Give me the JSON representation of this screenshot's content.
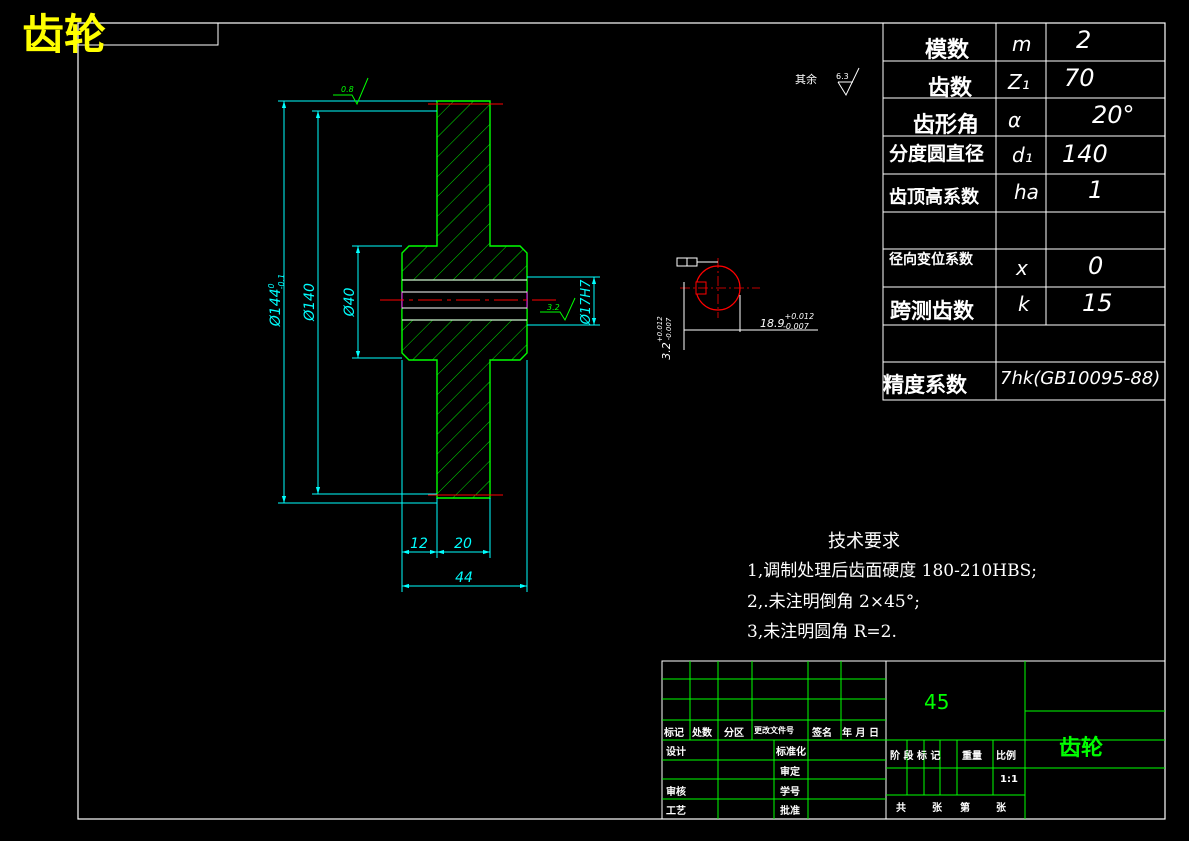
{
  "title": "齿轮",
  "parameters": [
    {
      "label": "模数",
      "symbol": "m",
      "value": "2"
    },
    {
      "label": "齿数",
      "symbol": "Z₁",
      "value": "70"
    },
    {
      "label": "齿形角",
      "symbol": "α",
      "value": "20°"
    },
    {
      "label": "分度圆直径",
      "symbol": "d₁",
      "value": "140"
    },
    {
      "label": "齿顶高系数",
      "symbol": "ha",
      "value": "1"
    },
    {
      "label": "径向变位系数",
      "symbol": "x",
      "value": "0"
    },
    {
      "label": "跨测齿数",
      "symbol": "k",
      "value": "15"
    },
    {
      "label": "精度系数",
      "symbol": "",
      "value": "7hk(GB10095-88)"
    }
  ],
  "roughness": {
    "other_label": "其余",
    "other_value": "6.3",
    "top_value": "0.8",
    "bore_value": "3.2"
  },
  "dimensions": {
    "tip_dia": "Ø144",
    "tip_dia_tol_upper": "0",
    "tip_dia_tol_lower": "-0.1",
    "pitch_dia": "Ø140",
    "hub_dia": "Ø40",
    "bore_dia": "Ø17H7",
    "dim_12": "12",
    "dim_20": "20",
    "dim_44": "44",
    "keyway_width": "18.9",
    "keyway_width_upper": "+0.012",
    "keyway_width_lower": "-0.007",
    "keyway_depth": "3.2",
    "keyway_depth_upper": "+0.012",
    "keyway_depth_lower": "-0.007"
  },
  "tech_requirements": {
    "title": "技术要求",
    "items": [
      "1,调制处理后齿面硬度 180-210HBS;",
      "2,.未注明倒角 2×45°;",
      "3,未注明圆角 R=2."
    ]
  },
  "title_block": {
    "material": "45",
    "part_name": "齿轮",
    "ratio": "1:1",
    "labels": {
      "biaoji": "标记",
      "chushu": "处数",
      "fenqu": "分区",
      "gengai": "更改文件号",
      "qianming": "签名",
      "nianyueri": "年 月 日",
      "sheji": "设计",
      "biaozhunhua": "标准化",
      "shenhe": "审核",
      "gongyi": "工艺",
      "jieduan": "阶 段 标 记",
      "zhongliang": "重量",
      "bili": "比例",
      "gong": "共",
      "zhang1": "张",
      "di": "第",
      "zhang2": "张",
      "shending": "审定",
      "xuehao": "学号",
      "pizhun": "批准"
    }
  },
  "colors": {
    "frame": "#ffffff",
    "part": "#00ff00",
    "dimension": "#00ffff",
    "title": "#ffff00",
    "centerline": "#ff0000",
    "keyway": "#ff00ff"
  }
}
